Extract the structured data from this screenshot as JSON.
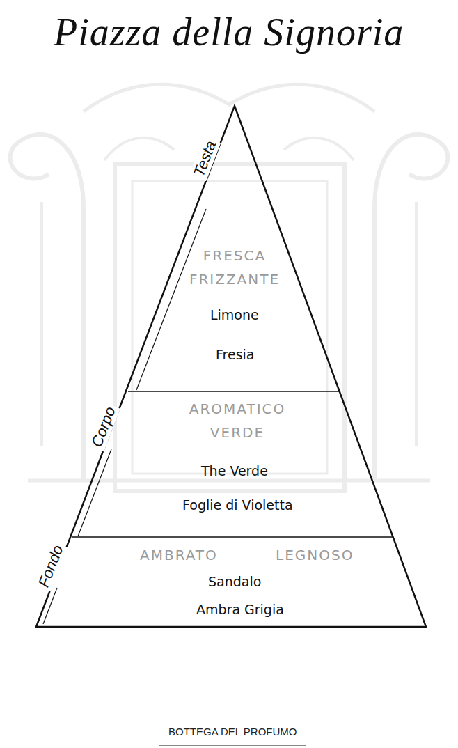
{
  "diagram": {
    "title": "Piazza della Signoria",
    "caption": "BOTTEGA DEL PROFUMO",
    "nodes": [
      {
        "text": [
          "Testa",
          "FRESCA FRIZZANTE",
          "Limone",
          "Fresia"
        ]
      },
      {
        "text": [
          "Corpo",
          "AROMATICO VERDE",
          "The Verde",
          "Foglie di Violetta"
        ]
      },
      {
        "text": [
          "Fondo",
          "AMBRATO",
          "LEGNOSO",
          "Sandalo",
          "Ambra Grigia"
        ]
      }
    ]
  }
}
